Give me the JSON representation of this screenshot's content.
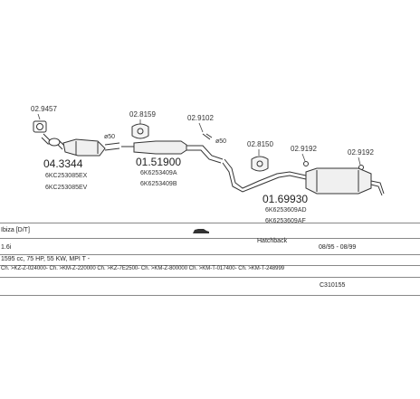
{
  "parts": [
    {
      "code": "02.9457",
      "kind": "clamp-label"
    },
    {
      "code": "04.3344",
      "kind": "part-number",
      "oem": [
        "6KC253085EX",
        "6KC253085EV"
      ],
      "pipe_dim": "ø50"
    },
    {
      "code": "02.8159",
      "kind": "clamp-label"
    },
    {
      "code": "01.51900",
      "kind": "part-number",
      "oem": [
        "6K6253409A",
        "6K6253409B"
      ]
    },
    {
      "code": "02.9102",
      "kind": "clamp-label",
      "pipe_dim": "ø50"
    },
    {
      "code": "02.8150",
      "kind": "clamp-label"
    },
    {
      "code": "02.9192",
      "kind": "clamp-label"
    },
    {
      "code": "02.9192",
      "kind": "clamp-label"
    },
    {
      "code": "01.69930",
      "kind": "part-number",
      "oem": [
        "6K6253609AD",
        "6K6253609AF"
      ]
    }
  ],
  "vehicle": {
    "model": "Ibiza [D/T]",
    "body": "Hatchback",
    "engine": "1.6i",
    "years": "08/95 - 08/99",
    "spec": "1595 cc, 75 HP, 55 KW, MPI T -",
    "chassis": "Ch. >KZ-Z-024000- Ch. >KM-Z-220000 Ch. >KZ-7E2500- Ch. >KM-Z-800000 Ch. >KM-T-017400- Ch. >KM-T-248999",
    "reference": "C310155"
  },
  "colors": {
    "line": "#333333",
    "grid": "#888888"
  }
}
